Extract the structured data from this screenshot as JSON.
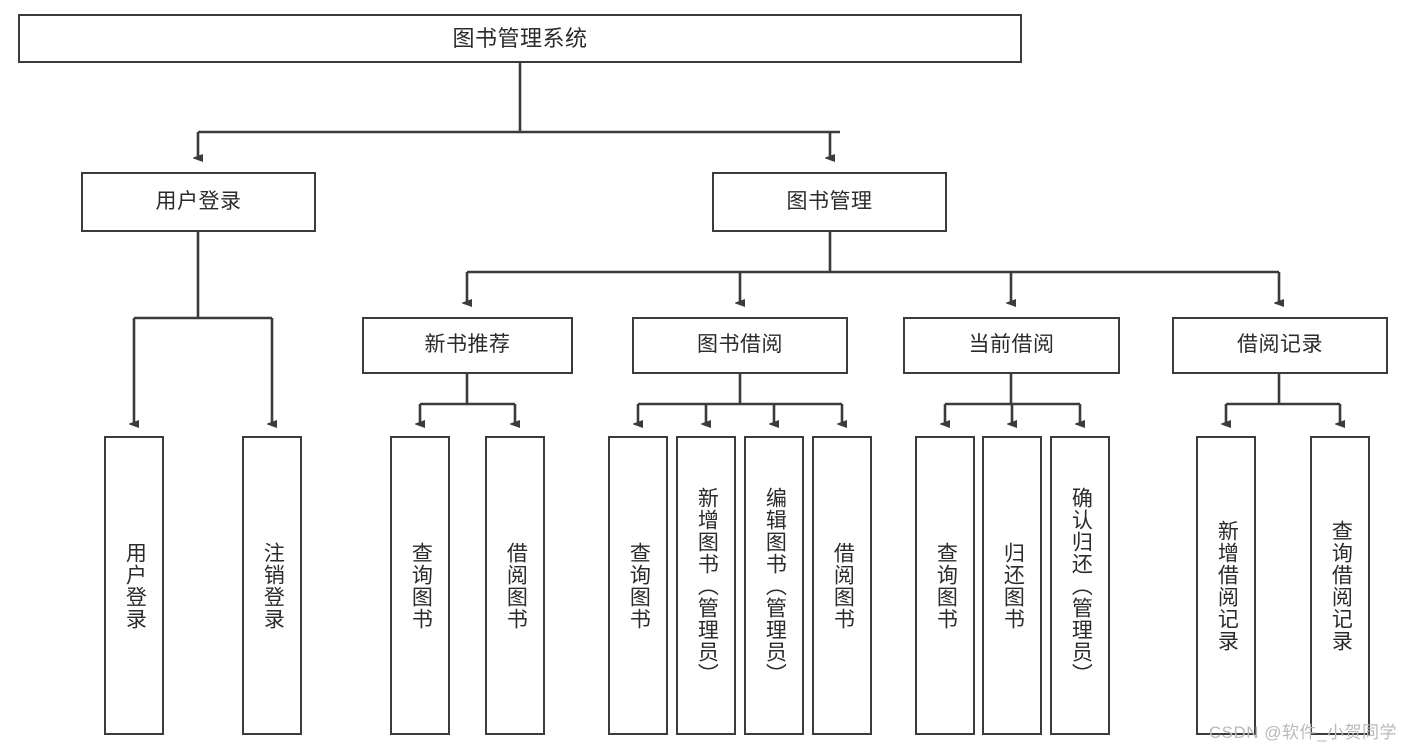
{
  "diagram": {
    "type": "tree-hierarchy-flowchart",
    "root": {
      "label": "图书管理系统"
    },
    "level1": [
      {
        "label": "用户登录"
      },
      {
        "label": "图书管理"
      }
    ],
    "level2": [
      {
        "label": "新书推荐"
      },
      {
        "label": "图书借阅"
      },
      {
        "label": "当前借阅"
      },
      {
        "label": "借阅记录"
      }
    ],
    "leaves": {
      "user_login": [
        {
          "label": "用户登录"
        },
        {
          "label": "注销登录"
        }
      ],
      "new_book_recommend": [
        {
          "label": "查询图书"
        },
        {
          "label": "借阅图书"
        }
      ],
      "book_borrow": [
        {
          "label": "查询图书"
        },
        {
          "label": "新增图书（管理员）"
        },
        {
          "label": "编辑图书（管理员）"
        },
        {
          "label": "借阅图书"
        }
      ],
      "current_borrow": [
        {
          "label": "查询图书"
        },
        {
          "label": "归还图书"
        },
        {
          "label": "确认归还（管理员）"
        }
      ],
      "borrow_records": [
        {
          "label": "新增借阅记录"
        },
        {
          "label": "查询借阅记录"
        }
      ]
    }
  },
  "watermark": {
    "text": "CSDN @软件_小贺同学"
  },
  "colors": {
    "stroke": "#3b3b3b",
    "text": "#2b2b2b",
    "background": "#ffffff",
    "watermark": "#b9b9b9"
  }
}
